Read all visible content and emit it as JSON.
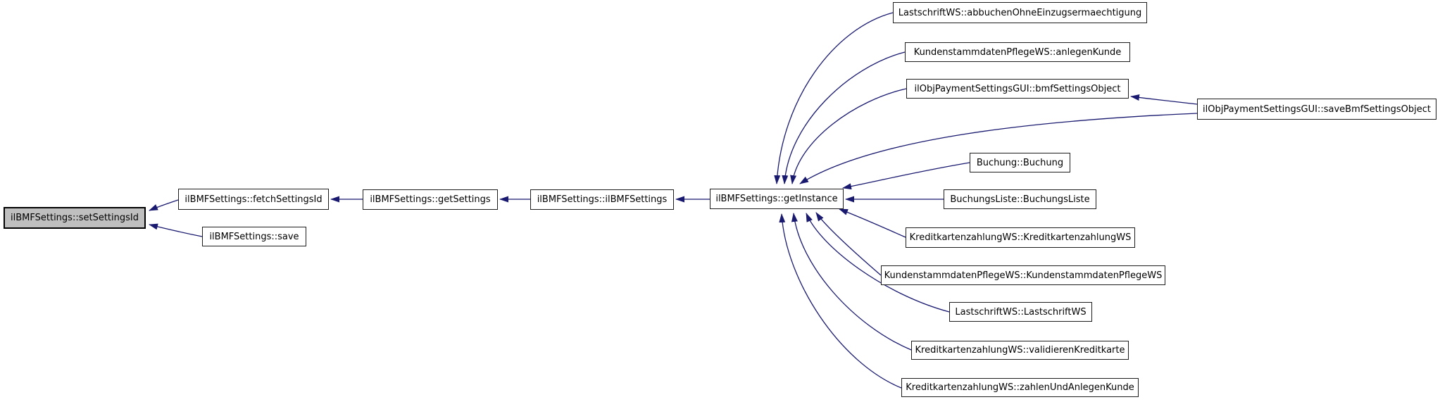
{
  "diagram": {
    "type": "caller-graph",
    "colors": {
      "edge": "#191970",
      "node_fill": "#ffffff",
      "node_border": "#1c1c1c",
      "highlight_fill": "#bfbfbf",
      "background": "#ffffff"
    },
    "nodes": [
      {
        "id": "setSettingsId",
        "label": "ilBMFSettings::setSettingsId",
        "highlighted": true
      },
      {
        "id": "fetchSettingsId",
        "label": "ilBMFSettings::fetchSettingsId"
      },
      {
        "id": "save",
        "label": "ilBMFSettings::save"
      },
      {
        "id": "getSettings",
        "label": "ilBMFSettings::getSettings"
      },
      {
        "id": "ilBMFSettings",
        "label": "ilBMFSettings::ilBMFSettings"
      },
      {
        "id": "getInstance",
        "label": "ilBMFSettings::getInstance"
      },
      {
        "id": "abbuchen",
        "label": "LastschriftWS::abbuchenOhneEinzugsermaechtigung"
      },
      {
        "id": "anlegenKunde",
        "label": "KundenstammdatenPflegeWS::anlegenKunde"
      },
      {
        "id": "bmfSettingsObject",
        "label": "ilObjPaymentSettingsGUI::bmfSettingsObject"
      },
      {
        "id": "saveBmfSettingsObject",
        "label": "ilObjPaymentSettingsGUI::saveBmfSettingsObject"
      },
      {
        "id": "Buchung",
        "label": "Buchung::Buchung"
      },
      {
        "id": "BuchungsListe",
        "label": "BuchungsListe::BuchungsListe"
      },
      {
        "id": "KreditkartenzahlungWS",
        "label": "KreditkartenzahlungWS::KreditkartenzahlungWS"
      },
      {
        "id": "KundenstammdatenPflegeWS",
        "label": "KundenstammdatenPflegeWS::KundenstammdatenPflegeWS"
      },
      {
        "id": "LastschriftWS",
        "label": "LastschriftWS::LastschriftWS"
      },
      {
        "id": "validierenKreditkarte",
        "label": "KreditkartenzahlungWS::validierenKreditkarte"
      },
      {
        "id": "zahlenUndAnlegenKunde",
        "label": "KreditkartenzahlungWS::zahlenUndAnlegenKunde"
      }
    ]
  }
}
